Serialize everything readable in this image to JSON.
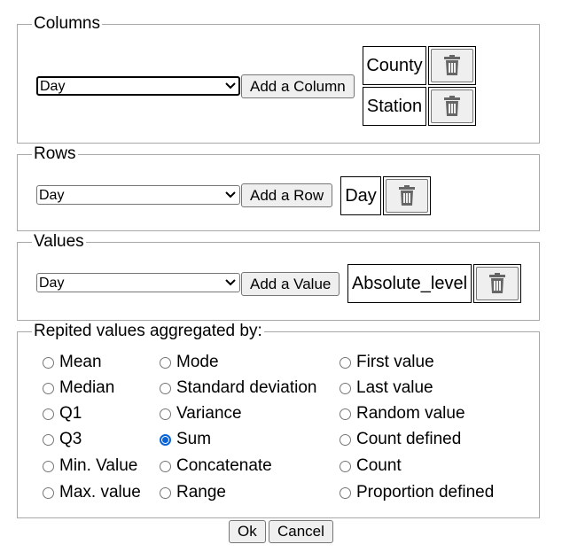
{
  "columns": {
    "legend": "Columns",
    "select_value": "Day",
    "add_label": "Add a Column",
    "items": [
      "County",
      "Station"
    ]
  },
  "rows": {
    "legend": "Rows",
    "select_value": "Day",
    "add_label": "Add a Row",
    "items": [
      "Day"
    ]
  },
  "values": {
    "legend": "Values",
    "select_value": "Day",
    "add_label": "Add a Value",
    "items": [
      "Absolute_level"
    ]
  },
  "aggregation": {
    "legend": "Repited values aggregated by:",
    "selected": "Sum",
    "options": [
      "Mean",
      "Median",
      "Q1",
      "Q3",
      "Min. Value",
      "Max. value",
      "Mode",
      "Standard deviation",
      "Variance",
      "Sum",
      "Concatenate",
      "Range",
      "First value",
      "Last value",
      "Random value",
      "Count defined",
      "Count",
      "Proportion defined"
    ]
  },
  "footer": {
    "ok_label": "Ok",
    "cancel_label": "Cancel"
  },
  "icons": {
    "delete": "trash-icon",
    "dropdown": "chevron-down-icon"
  },
  "colors": {
    "radio_checked": "#0a64d8",
    "button_bg": "#efefef",
    "fieldset_border": "#a8a8a8"
  }
}
